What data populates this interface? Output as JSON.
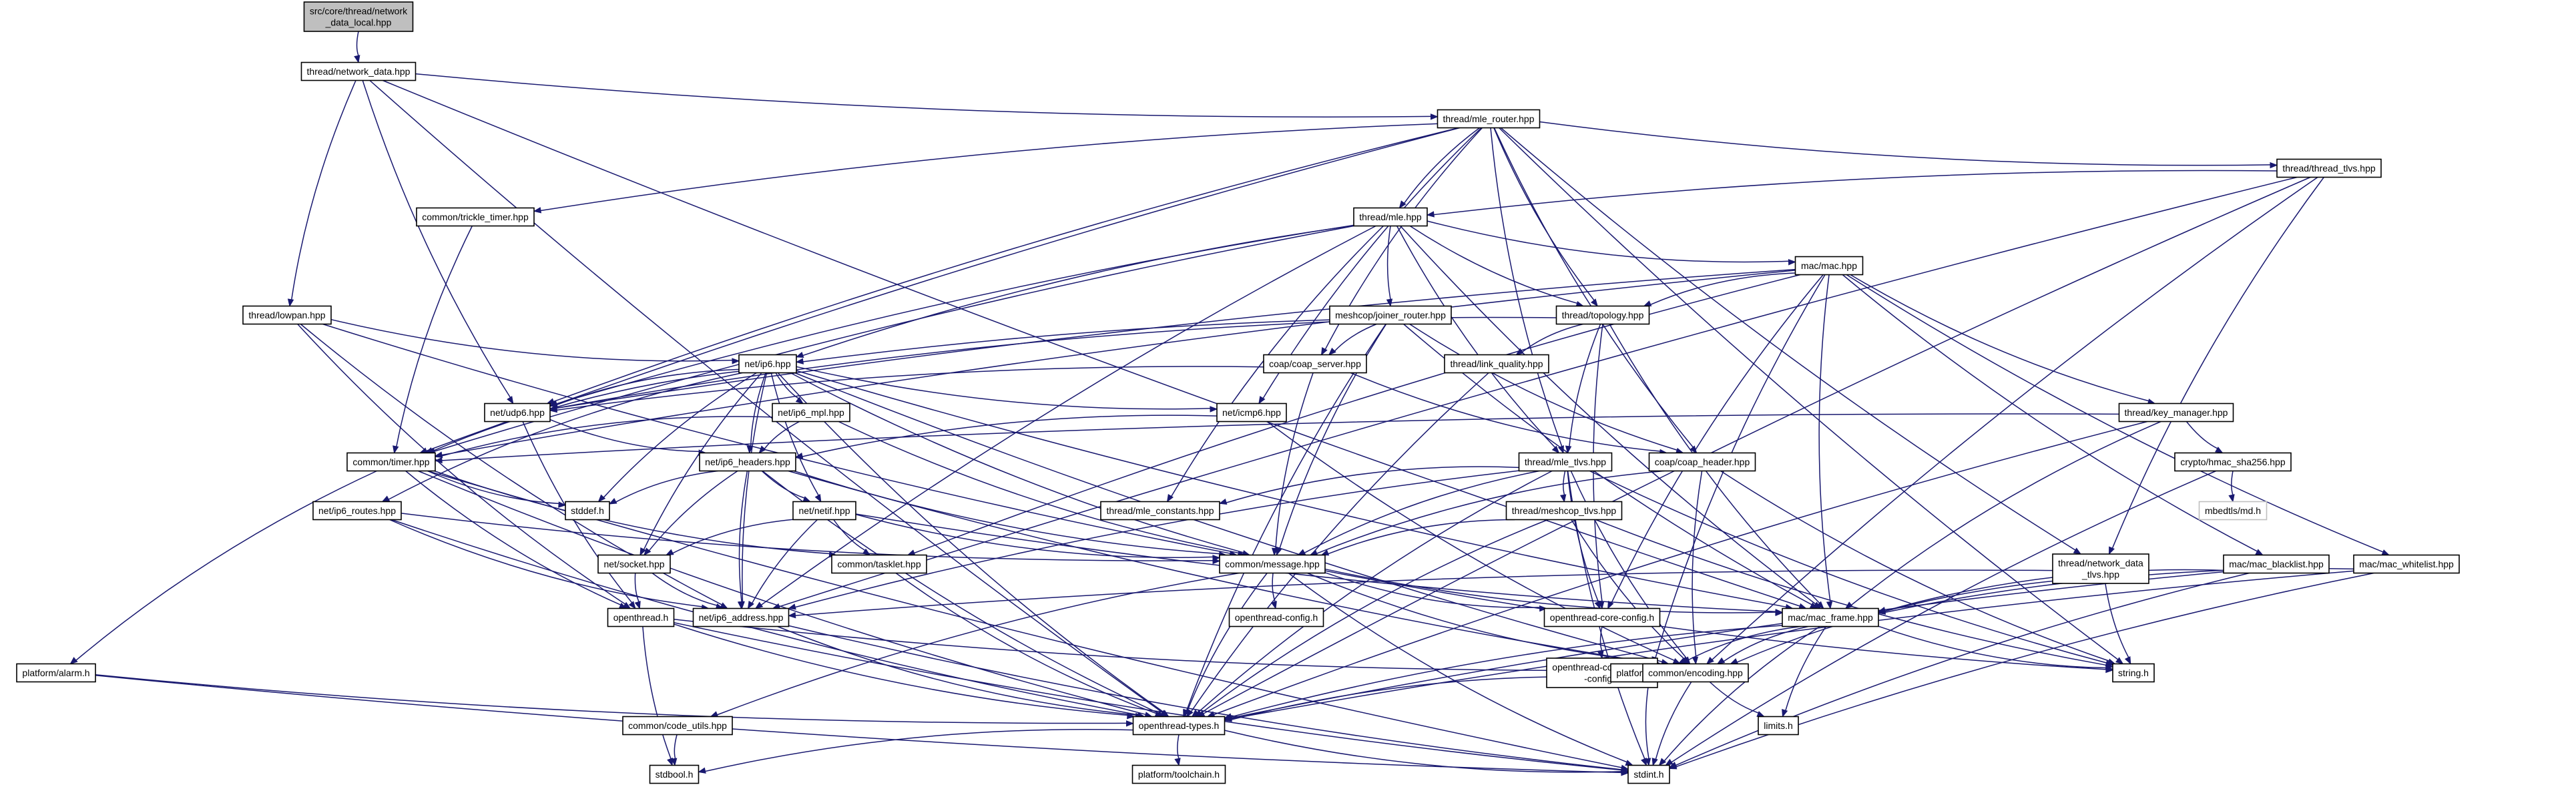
{
  "diagram": {
    "nodes": [
      {
        "id": "network_data_local",
        "lines": [
          "src/core/thread/network",
          "_data_local.hpp"
        ],
        "root": true
      },
      {
        "id": "network_data",
        "lines": [
          "thread/network_data.hpp"
        ]
      },
      {
        "id": "mle_router",
        "lines": [
          "thread/mle_router.hpp"
        ]
      },
      {
        "id": "trickle_timer",
        "lines": [
          "common/trickle_timer.hpp"
        ]
      },
      {
        "id": "thread_tlvs",
        "lines": [
          "thread/thread_tlvs.hpp"
        ]
      },
      {
        "id": "mle",
        "lines": [
          "thread/mle.hpp"
        ]
      },
      {
        "id": "mac",
        "lines": [
          "mac/mac.hpp"
        ]
      },
      {
        "id": "lowpan",
        "lines": [
          "thread/lowpan.hpp"
        ]
      },
      {
        "id": "joiner_router",
        "lines": [
          "meshcop/joiner_router.hpp"
        ]
      },
      {
        "id": "topology",
        "lines": [
          "thread/topology.hpp"
        ]
      },
      {
        "id": "ip6",
        "lines": [
          "net/ip6.hpp"
        ]
      },
      {
        "id": "coap_server",
        "lines": [
          "coap/coap_server.hpp"
        ]
      },
      {
        "id": "link_quality",
        "lines": [
          "thread/link_quality.hpp"
        ]
      },
      {
        "id": "udp6",
        "lines": [
          "net/udp6.hpp"
        ]
      },
      {
        "id": "ip6_mpl",
        "lines": [
          "net/ip6_mpl.hpp"
        ]
      },
      {
        "id": "icmp6",
        "lines": [
          "net/icmp6.hpp"
        ]
      },
      {
        "id": "key_manager",
        "lines": [
          "thread/key_manager.hpp"
        ]
      },
      {
        "id": "timer",
        "lines": [
          "common/timer.hpp"
        ]
      },
      {
        "id": "ip6_headers",
        "lines": [
          "net/ip6_headers.hpp"
        ]
      },
      {
        "id": "coap_header",
        "lines": [
          "coap/coap_header.hpp"
        ]
      },
      {
        "id": "mle_tlvs",
        "lines": [
          "thread/mle_tlvs.hpp"
        ]
      },
      {
        "id": "hmac_sha256",
        "lines": [
          "crypto/hmac_sha256.hpp"
        ]
      },
      {
        "id": "ip6_routes",
        "lines": [
          "net/ip6_routes.hpp"
        ]
      },
      {
        "id": "stddef",
        "lines": [
          "stddef.h"
        ]
      },
      {
        "id": "netif",
        "lines": [
          "net/netif.hpp"
        ]
      },
      {
        "id": "mle_constants",
        "lines": [
          "thread/mle_constants.hpp"
        ]
      },
      {
        "id": "meshcop_tlvs",
        "lines": [
          "thread/meshcop_tlvs.hpp"
        ]
      },
      {
        "id": "mbedtls_md",
        "lines": [
          "mbedtls/md.h"
        ],
        "ghost": true
      },
      {
        "id": "socket",
        "lines": [
          "net/socket.hpp"
        ]
      },
      {
        "id": "tasklet",
        "lines": [
          "common/tasklet.hpp"
        ]
      },
      {
        "id": "message",
        "lines": [
          "common/message.hpp"
        ]
      },
      {
        "id": "network_data_tlvs",
        "lines": [
          "thread/network_data",
          "_tlvs.hpp"
        ]
      },
      {
        "id": "mac_blacklist",
        "lines": [
          "mac/mac_blacklist.hpp"
        ]
      },
      {
        "id": "mac_whitelist",
        "lines": [
          "mac/mac_whitelist.hpp"
        ]
      },
      {
        "id": "openthread",
        "lines": [
          "openthread.h"
        ]
      },
      {
        "id": "ip6_address",
        "lines": [
          "net/ip6_address.hpp"
        ]
      },
      {
        "id": "openthread_config",
        "lines": [
          "openthread-config.h"
        ]
      },
      {
        "id": "core_config",
        "lines": [
          "openthread-core-config.h"
        ]
      },
      {
        "id": "mac_frame",
        "lines": [
          "mac/mac_frame.hpp"
        ]
      },
      {
        "id": "alarm",
        "lines": [
          "platform/alarm.h"
        ]
      },
      {
        "id": "core_default_config",
        "lines": [
          "openthread-core-default",
          "-config.h"
        ]
      },
      {
        "id": "radio",
        "lines": [
          "platform/radio.h"
        ]
      },
      {
        "id": "encoding",
        "lines": [
          "common/encoding.hpp"
        ]
      },
      {
        "id": "string",
        "lines": [
          "string.h"
        ]
      },
      {
        "id": "code_utils",
        "lines": [
          "common/code_utils.hpp"
        ]
      },
      {
        "id": "types",
        "lines": [
          "openthread-types.h"
        ]
      },
      {
        "id": "limits",
        "lines": [
          "limits.h"
        ]
      },
      {
        "id": "stdbool",
        "lines": [
          "stdbool.h"
        ]
      },
      {
        "id": "toolchain",
        "lines": [
          "platform/toolchain.h"
        ]
      },
      {
        "id": "stdint",
        "lines": [
          "stdint.h"
        ]
      }
    ],
    "edges": [
      [
        "network_data_local",
        "network_data"
      ],
      [
        "network_data",
        "mle_router"
      ],
      [
        "network_data",
        "lowpan"
      ],
      [
        "network_data",
        "udp6"
      ],
      [
        "network_data",
        "types"
      ],
      [
        "network_data",
        "mac_frame"
      ],
      [
        "mle_router",
        "trickle_timer"
      ],
      [
        "mle_router",
        "thread_tlvs"
      ],
      [
        "mle_router",
        "mle"
      ],
      [
        "mle_router",
        "coap_server"
      ],
      [
        "mle_router",
        "coap_header"
      ],
      [
        "mle_router",
        "mle_tlvs"
      ],
      [
        "mle_router",
        "topology"
      ],
      [
        "mle_router",
        "udp6"
      ],
      [
        "mle_router",
        "timer"
      ],
      [
        "mle_router",
        "icmp6"
      ],
      [
        "mle_router",
        "string"
      ],
      [
        "mle_router",
        "network_data_tlvs"
      ],
      [
        "trickle_timer",
        "timer"
      ],
      [
        "thread_tlvs",
        "mle"
      ],
      [
        "thread_tlvs",
        "types"
      ],
      [
        "thread_tlvs",
        "encoding"
      ],
      [
        "thread_tlvs",
        "ip6_address"
      ],
      [
        "thread_tlvs",
        "network_data_tlvs"
      ],
      [
        "mle",
        "mac"
      ],
      [
        "mle",
        "joiner_router"
      ],
      [
        "mle",
        "topology"
      ],
      [
        "mle",
        "mle_tlvs"
      ],
      [
        "mle",
        "mle_constants"
      ],
      [
        "mle",
        "udp6"
      ],
      [
        "mle",
        "timer"
      ],
      [
        "mle",
        "ip6_address"
      ],
      [
        "mle",
        "ip6"
      ],
      [
        "mle",
        "mac_frame"
      ],
      [
        "mac",
        "topology"
      ],
      [
        "mac",
        "key_manager"
      ],
      [
        "mac",
        "mac_blacklist"
      ],
      [
        "mac",
        "mac_whitelist"
      ],
      [
        "mac",
        "mac_frame"
      ],
      [
        "mac",
        "tasklet"
      ],
      [
        "mac",
        "timer"
      ],
      [
        "mac",
        "core_config"
      ],
      [
        "mac",
        "radio"
      ],
      [
        "mac",
        "udp6"
      ],
      [
        "lowpan",
        "ip6"
      ],
      [
        "lowpan",
        "ip6_address"
      ],
      [
        "lowpan",
        "message"
      ],
      [
        "lowpan",
        "openthread"
      ],
      [
        "joiner_router",
        "coap_server"
      ],
      [
        "joiner_router",
        "udp6"
      ],
      [
        "joiner_router",
        "message"
      ],
      [
        "joiner_router",
        "types"
      ],
      [
        "joiner_router",
        "coap_header"
      ],
      [
        "joiner_router",
        "mac_frame"
      ],
      [
        "topology",
        "link_quality"
      ],
      [
        "topology",
        "mle_tlvs"
      ],
      [
        "topology",
        "mac_frame"
      ],
      [
        "topology",
        "ip6"
      ],
      [
        "topology",
        "core_config"
      ],
      [
        "ip6",
        "udp6"
      ],
      [
        "ip6",
        "ip6_mpl"
      ],
      [
        "ip6",
        "icmp6"
      ],
      [
        "ip6",
        "ip6_headers"
      ],
      [
        "ip6",
        "ip6_routes"
      ],
      [
        "ip6",
        "netif"
      ],
      [
        "ip6",
        "timer"
      ],
      [
        "ip6",
        "socket"
      ],
      [
        "ip6",
        "stddef"
      ],
      [
        "ip6",
        "message"
      ],
      [
        "ip6",
        "types"
      ],
      [
        "ip6",
        "encoding"
      ],
      [
        "ip6",
        "ip6_address"
      ],
      [
        "ip6",
        "mac_frame"
      ],
      [
        "coap_server",
        "coap_header"
      ],
      [
        "coap_server",
        "udp6"
      ],
      [
        "coap_server",
        "message"
      ],
      [
        "link_quality",
        "types"
      ],
      [
        "udp6",
        "ip6_headers"
      ],
      [
        "udp6",
        "openthread"
      ],
      [
        "ip6_mpl",
        "ip6_headers"
      ],
      [
        "ip6_mpl",
        "timer"
      ],
      [
        "ip6_mpl",
        "message"
      ],
      [
        "icmp6",
        "ip6_headers"
      ],
      [
        "icmp6",
        "encoding"
      ],
      [
        "key_manager",
        "hmac_sha256"
      ],
      [
        "key_manager",
        "timer"
      ],
      [
        "key_manager",
        "types"
      ],
      [
        "key_manager",
        "mac_frame"
      ],
      [
        "timer",
        "stddef"
      ],
      [
        "timer",
        "tasklet"
      ],
      [
        "timer",
        "openthread"
      ],
      [
        "timer",
        "alarm"
      ],
      [
        "timer",
        "types"
      ],
      [
        "timer",
        "stdint"
      ],
      [
        "ip6_headers",
        "netif"
      ],
      [
        "ip6_headers",
        "socket"
      ],
      [
        "ip6_headers",
        "message"
      ],
      [
        "ip6_headers",
        "ip6_address"
      ],
      [
        "ip6_headers",
        "stddef"
      ],
      [
        "ip6_headers",
        "encoding"
      ],
      [
        "ip6_headers",
        "types"
      ],
      [
        "coap_header",
        "message"
      ],
      [
        "coap_header",
        "encoding"
      ],
      [
        "coap_header",
        "string"
      ],
      [
        "mle_tlvs",
        "mle_constants"
      ],
      [
        "mle_tlvs",
        "meshcop_tlvs"
      ],
      [
        "mle_tlvs",
        "message"
      ],
      [
        "mle_tlvs",
        "ip6_address"
      ],
      [
        "mle_tlvs",
        "types"
      ],
      [
        "mle_tlvs",
        "encoding"
      ],
      [
        "mle_tlvs",
        "string"
      ],
      [
        "mle_tlvs",
        "stdint"
      ],
      [
        "mle_tlvs",
        "core_config"
      ],
      [
        "hmac_sha256",
        "mbedtls_md"
      ],
      [
        "hmac_sha256",
        "stdint"
      ],
      [
        "ip6_routes",
        "message"
      ],
      [
        "ip6_routes",
        "ip6_address"
      ],
      [
        "ip6_routes",
        "types"
      ],
      [
        "netif",
        "socket"
      ],
      [
        "netif",
        "tasklet"
      ],
      [
        "netif",
        "message"
      ],
      [
        "netif",
        "ip6_address"
      ],
      [
        "netif",
        "mac_frame"
      ],
      [
        "meshcop_tlvs",
        "message"
      ],
      [
        "meshcop_tlvs",
        "encoding"
      ],
      [
        "meshcop_tlvs",
        "string"
      ],
      [
        "meshcop_tlvs",
        "types"
      ],
      [
        "socket",
        "ip6_address"
      ],
      [
        "socket",
        "openthread"
      ],
      [
        "tasklet",
        "types"
      ],
      [
        "message",
        "openthread_config"
      ],
      [
        "message",
        "core_config"
      ],
      [
        "message",
        "mac_frame"
      ],
      [
        "message",
        "code_utils"
      ],
      [
        "message",
        "types"
      ],
      [
        "message",
        "stdint"
      ],
      [
        "message",
        "encoding"
      ],
      [
        "message",
        "string"
      ],
      [
        "network_data_tlvs",
        "ip6_address"
      ],
      [
        "network_data_tlvs",
        "encoding"
      ],
      [
        "network_data_tlvs",
        "string"
      ],
      [
        "mac_blacklist",
        "mac_frame"
      ],
      [
        "mac_blacklist",
        "types"
      ],
      [
        "mac_blacklist",
        "stdint"
      ],
      [
        "mac_whitelist",
        "mac_frame"
      ],
      [
        "mac_whitelist",
        "types"
      ],
      [
        "mac_whitelist",
        "stdint"
      ],
      [
        "openthread",
        "types"
      ],
      [
        "openthread",
        "radio"
      ],
      [
        "openthread",
        "stdbool"
      ],
      [
        "openthread",
        "stdint"
      ],
      [
        "ip6_address",
        "types"
      ],
      [
        "ip6_address",
        "stdint"
      ],
      [
        "core_config",
        "core_default_config"
      ],
      [
        "mac_frame",
        "radio"
      ],
      [
        "mac_frame",
        "encoding"
      ],
      [
        "mac_frame",
        "types"
      ],
      [
        "mac_frame",
        "string"
      ],
      [
        "mac_frame",
        "limits"
      ],
      [
        "mac_frame",
        "stdint"
      ],
      [
        "alarm",
        "types"
      ],
      [
        "alarm",
        "stdint"
      ],
      [
        "radio",
        "types"
      ],
      [
        "radio",
        "stdint"
      ],
      [
        "encoding",
        "limits"
      ],
      [
        "encoding",
        "stdint"
      ],
      [
        "code_utils",
        "stdbool"
      ],
      [
        "types",
        "toolchain"
      ],
      [
        "types",
        "stdbool"
      ],
      [
        "types",
        "stdint"
      ]
    ]
  }
}
